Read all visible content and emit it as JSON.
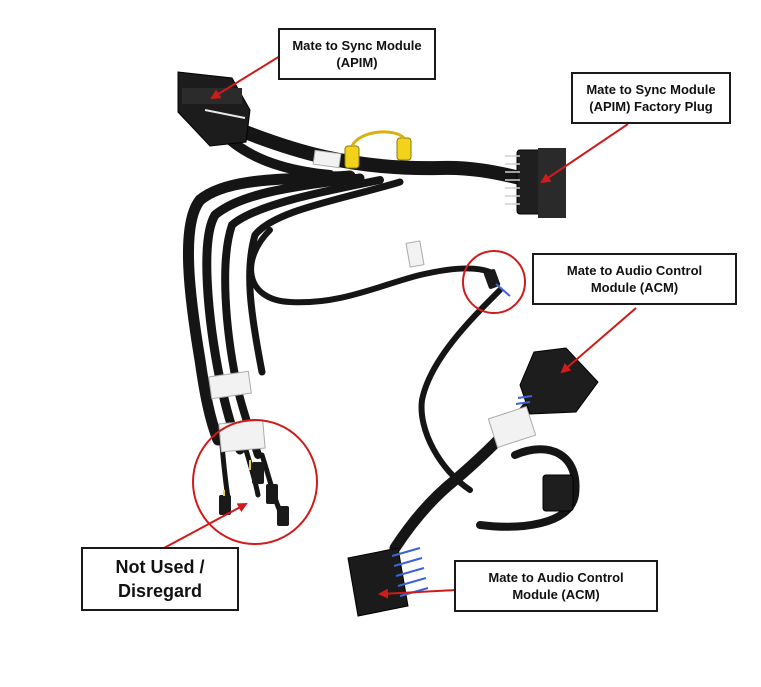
{
  "callouts": {
    "sync_module": "Mate to Sync Module\n(APIM)",
    "sync_factory": "Mate to Sync Module\n(APIM) Factory Plug",
    "acm_upper": "Mate to Audio Control\nModule (ACM)",
    "acm_lower": "Mate to Audio Control\nModule (ACM)",
    "not_used": "Not Used /\nDisregard"
  },
  "colors": {
    "callout_arrow": "#d01b1b",
    "circle": "#d01b1b",
    "cable": "#151515",
    "rca": "#f2d21a"
  }
}
